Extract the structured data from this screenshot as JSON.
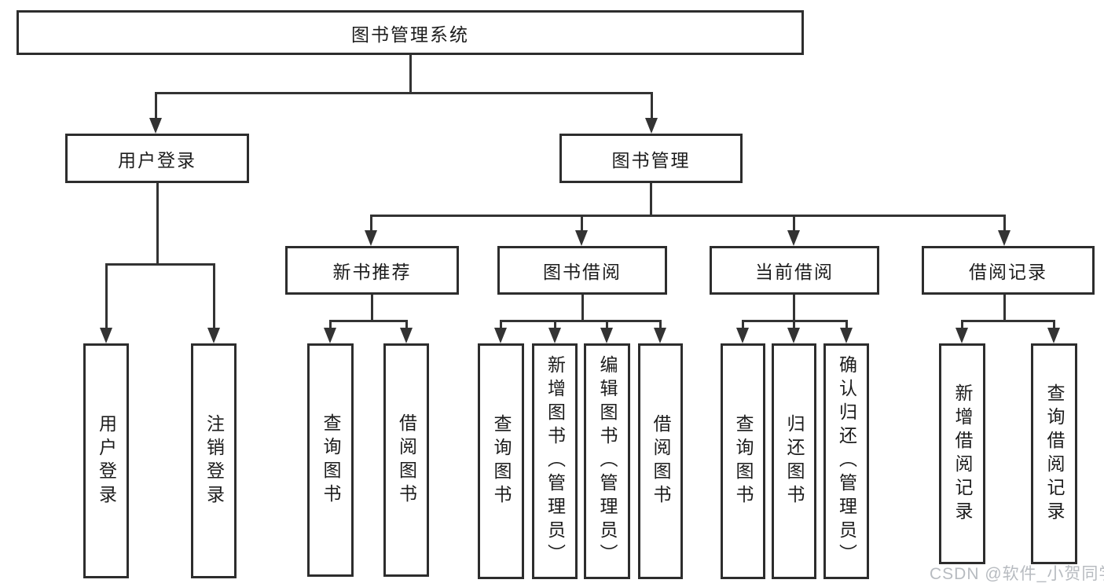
{
  "diagram": {
    "type": "hierarchy-tree",
    "title": "图书管理系统"
  },
  "nodes": {
    "root": {
      "label": "图书管理系统"
    },
    "branches": [
      {
        "label": "用户登录",
        "children": [
          {
            "label": "用户登录"
          },
          {
            "label": "注销登录"
          }
        ]
      },
      {
        "label": "图书管理",
        "children": [
          {
            "label": "新书推荐",
            "children": [
              {
                "label": "查询图书"
              },
              {
                "label": "借阅图书"
              }
            ]
          },
          {
            "label": "图书借阅",
            "children": [
              {
                "label": "查询图书"
              },
              {
                "label": "新增图书（管理员）"
              },
              {
                "label": "编辑图书（管理员）"
              },
              {
                "label": "借阅图书"
              }
            ]
          },
          {
            "label": "当前借阅",
            "children": [
              {
                "label": "查询图书"
              },
              {
                "label": "归还图书"
              },
              {
                "label": "确认归还（管理员）"
              }
            ]
          },
          {
            "label": "借阅记录",
            "children": [
              {
                "label": "新增借阅记录"
              },
              {
                "label": "查询借阅记录"
              }
            ]
          }
        ]
      }
    ]
  },
  "watermark": {
    "text": "CSDN @软件_小贺同学"
  },
  "colors": {
    "line": "#333333",
    "border": "#2d2d2d",
    "text": "#1c1c1c",
    "watermark": "#b7bbc0",
    "background": "#ffffff"
  }
}
